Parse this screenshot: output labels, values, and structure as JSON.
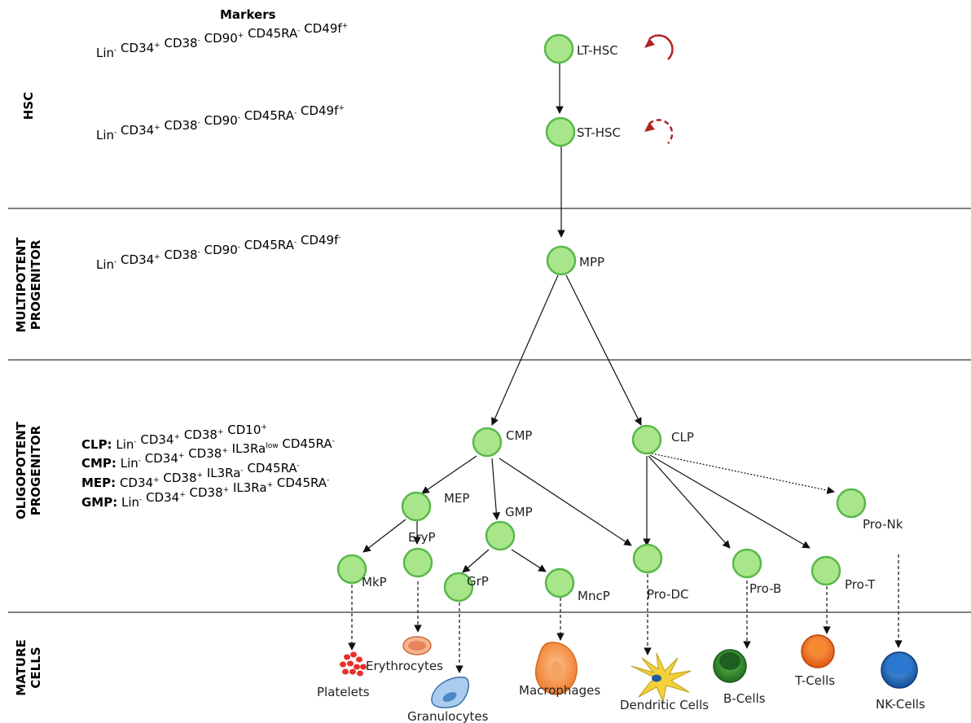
{
  "header": {
    "markers_title": "Markers"
  },
  "sections": [
    {
      "id": "hsc",
      "lines": [
        "HSC"
      ]
    },
    {
      "id": "multipotent",
      "lines": [
        "MULTIPOTENT",
        "PROGENITOR"
      ]
    },
    {
      "id": "oligopotent",
      "lines": [
        "OLIGOPOTENT",
        "PROGENITOR"
      ]
    },
    {
      "id": "mature",
      "lines": [
        "MATURE",
        "CELLS"
      ]
    }
  ],
  "markers": {
    "lt_hsc": [
      [
        "Lin",
        "-"
      ],
      [
        " CD34",
        "+"
      ],
      [
        " CD38",
        "-"
      ],
      [
        " CD90",
        "+"
      ],
      [
        " CD45RA",
        "-"
      ],
      [
        " CD49f",
        "+"
      ]
    ],
    "st_hsc": [
      [
        "Lin",
        "-"
      ],
      [
        " CD34",
        "+"
      ],
      [
        " CD38",
        "-"
      ],
      [
        " CD90",
        "-"
      ],
      [
        " CD45RA",
        "-"
      ],
      [
        " CD49f",
        "+"
      ]
    ],
    "mpp": [
      [
        "Lin",
        "-"
      ],
      [
        " CD34",
        "+"
      ],
      [
        " CD38",
        "-"
      ],
      [
        " CD90",
        "-"
      ],
      [
        " CD45RA",
        "-"
      ],
      [
        " CD49f",
        "-"
      ]
    ],
    "oligo": [
      {
        "key": "CLP:",
        "parts": [
          [
            " Lin",
            "-"
          ],
          [
            " CD34",
            "+"
          ],
          [
            " CD38",
            "+"
          ],
          [
            " CD10",
            "+"
          ]
        ]
      },
      {
        "key": "CMP:",
        "parts": [
          [
            " Lin",
            "-"
          ],
          [
            " CD34",
            "+"
          ],
          [
            " CD38",
            "+"
          ],
          [
            " IL3Ra",
            "low"
          ],
          [
            " CD45RA",
            "-"
          ]
        ]
      },
      {
        "key": "MEP:",
        "parts": [
          [
            " CD34",
            "+"
          ],
          [
            " CD38",
            "+"
          ],
          [
            " IL3Ra",
            "-"
          ],
          [
            " CD45RA",
            "-"
          ]
        ]
      },
      {
        "key": "GMP:",
        "parts": [
          [
            " Lin",
            "-"
          ],
          [
            " CD34",
            "+"
          ],
          [
            " CD38",
            "+"
          ],
          [
            " IL3Ra",
            "+"
          ],
          [
            " CD45RA",
            "-"
          ]
        ]
      }
    ]
  },
  "nodes": {
    "lt_hsc": "LT-HSC",
    "st_hsc": "ST-HSC",
    "mpp": "MPP",
    "cmp": "CMP",
    "clp": "CLP",
    "mep": "MEP",
    "gmp": "GMP",
    "mkp": "MkP",
    "eryp": "EryP",
    "grp": "GrP",
    "mncp": "MncP",
    "pro_dc": "Pro-DC",
    "pro_b": "Pro-B",
    "pro_t": "Pro-T",
    "pro_nk": "Pro-Nk"
  },
  "mature": {
    "platelets": "Platelets",
    "erythrocytes": "Erythrocytes",
    "granulocytes": "Granulocytes",
    "macrophages": "Macrophages",
    "dendritic": "Dendritic Cells",
    "b_cells": "B-Cells",
    "t_cells": "T-Cells",
    "nk_cells": "NK-Cells"
  },
  "colors": {
    "progenitor_fill": "#a9e58a",
    "progenitor_stroke": "#58b84a",
    "self_renewal": "#b22222",
    "platelet": "#e8302a",
    "erythrocyte": "#e8845a",
    "granulocyte": "#5b9bd5",
    "macrophage": "#f0883a",
    "dendritic": "#f2d13a",
    "b_cell": "#2e8b2e",
    "t_cell": "#f26a10",
    "nk_cell": "#1f6fc8"
  }
}
